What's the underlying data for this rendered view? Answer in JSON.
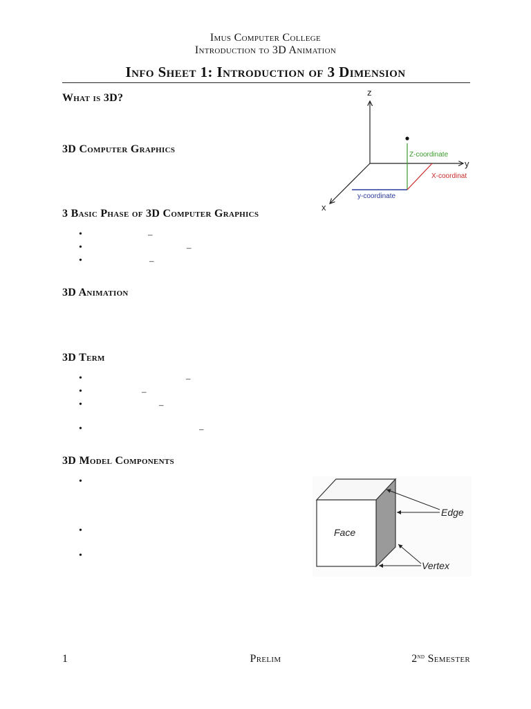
{
  "header": {
    "school": "Imus Computer College",
    "course": "Introduction to 3D Animation",
    "title": "Info Sheet 1: Introduction of 3 Dimension"
  },
  "sections": {
    "what_is_3d": "What is 3D?",
    "computer_graphics": "3D Computer Graphics",
    "basic_phase": "3 Basic Phase of 3D Computer Graphics",
    "animation": "3D Animation",
    "term": "3D Term",
    "model_components": "3D Model Components"
  },
  "bullet_glyph": "•",
  "dash_glyph": "–",
  "axes_figure": {
    "z_label": "z",
    "y_label": "y",
    "x_label": "x",
    "z_coordinate": "Z-coordinate",
    "x_coordinate": "X-coordinat",
    "y_coordinate": "y-coordinate",
    "colors": {
      "z": "#3a9a2a",
      "x": "#cc2a2a",
      "y": "#2a3a9a",
      "axes": "#222222"
    }
  },
  "cube_figure": {
    "face_label": "Face",
    "edge_label": "Edge",
    "vertex_label": "Vertex"
  },
  "footer": {
    "page_number": "1",
    "term": "Prelim",
    "semester_number": "2",
    "semester_suffix": "nd",
    "semester_word": "Semester"
  }
}
